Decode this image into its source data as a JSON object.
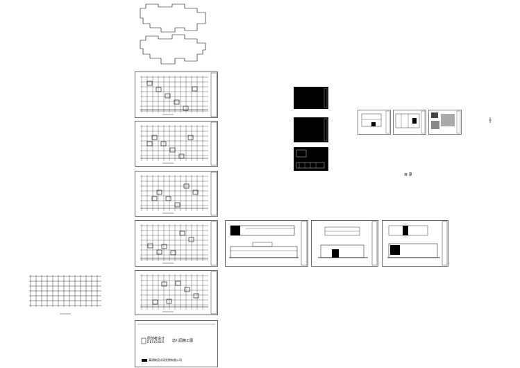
{
  "cover": {
    "logo_name": "原创者设计",
    "logo_sub": "DESIGNER",
    "title": "幼儿园施工图",
    "company": "某建筑设计研究院有限公司"
  },
  "floating_text": {
    "label_middle": "目 录"
  }
}
